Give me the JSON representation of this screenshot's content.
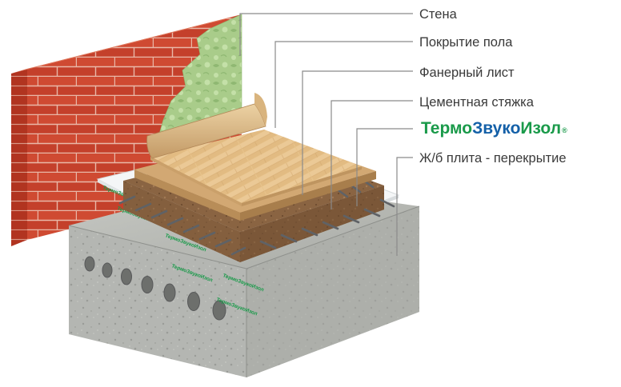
{
  "labels": {
    "wall": "Стена",
    "floor_covering": "Покрытие пола",
    "plywood": "Фанерный лист",
    "screed": "Цементная стяжка",
    "brand": {
      "part1": "Термо",
      "part2": "Звуко",
      "part3": "Изол",
      "reg": "®"
    },
    "slab": "Ж/б плита - перекрытие"
  },
  "mat_logo": "ТермоЗвукоИзол",
  "colors": {
    "brick": "#c8402a",
    "mortar": "#e9b8a8",
    "wallpaper": "#a9cc8a",
    "parquet": "#e8c48c",
    "plywood": "#d2a873",
    "screed": "#8a6442",
    "insulation": "#f4f6f7",
    "concrete": "#b4b6b2",
    "leader": "#8a8a8a",
    "brand_green": "#1a9a4a",
    "brand_blue": "#1460a8"
  }
}
